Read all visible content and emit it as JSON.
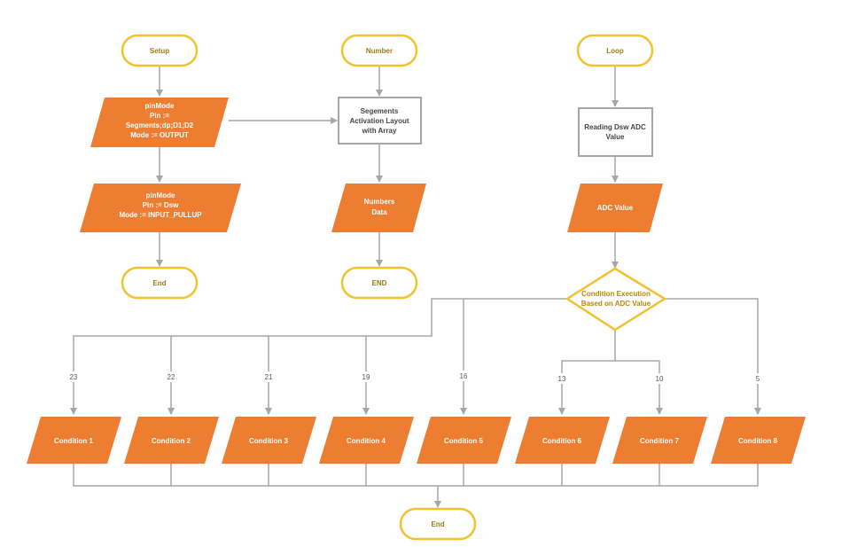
{
  "terminals": {
    "setup": "Setup",
    "number": "Number",
    "loop": "Loop",
    "end_setup": "End",
    "end_number": "END",
    "end_final": "End"
  },
  "io": {
    "pinmode1": [
      "pinMode",
      "Pin :=",
      "Segments;dp;D1;D2",
      "Mode := OUTPUT"
    ],
    "pinmode2": [
      "pinMode",
      "Pin := Dsw",
      "Mode := INPUT_PULLUP"
    ],
    "numbers_data": [
      "Numbers",
      "Data"
    ],
    "adc_value": [
      "ADC Value"
    ]
  },
  "process": {
    "segments_layout": [
      "Segements",
      "Activation Layout",
      "with Array"
    ],
    "reading_dsw": [
      "Reading Dsw ADC",
      "Value"
    ]
  },
  "decision": {
    "condition_execution": [
      "Condition Execution",
      "Based on ADC Value"
    ]
  },
  "conditions": [
    "Condition 1",
    "Condition 2",
    "Condition 3",
    "Condition 4",
    "Condition 5",
    "Condition 6",
    "Condition 7",
    "Condition 8"
  ],
  "branch_values": [
    "23",
    "22",
    "21",
    "19",
    "16",
    "13",
    "10",
    "5"
  ],
  "colors": {
    "terminal_stroke": "#f2c12e",
    "io_fill": "#ed7d31",
    "process_stroke": "#a6a6a6",
    "decision_stroke": "#f2c12e",
    "connector": "#a6a6a6"
  }
}
